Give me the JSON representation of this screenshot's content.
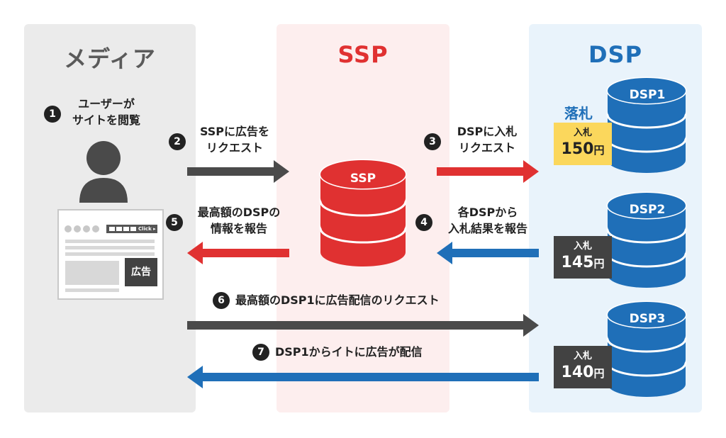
{
  "columns": {
    "media": "メディア",
    "ssp": "SSP",
    "dsp": "DSP"
  },
  "steps": [
    {
      "num": "1",
      "lines": [
        "ユーザーが",
        "サイトを閲覧"
      ]
    },
    {
      "num": "2",
      "lines": [
        "SSPに広告を",
        "リクエスト"
      ]
    },
    {
      "num": "3",
      "lines": [
        "DSPに入札",
        "リクエスト"
      ]
    },
    {
      "num": "4",
      "lines": [
        "各DSPから",
        "入札結果を報告"
      ]
    },
    {
      "num": "5",
      "lines": [
        "最高額のDSPの",
        "情報を報告"
      ]
    },
    {
      "num": "6",
      "lines": [
        "最高額のDSP1に広告配信のリクエスト"
      ]
    },
    {
      "num": "7",
      "lines": [
        "DSP1からイトに広告が配信"
      ]
    }
  ],
  "ssp_server": {
    "label": "SSP"
  },
  "dsp_servers": [
    {
      "label": "DSP1",
      "bid_label": "入札",
      "bid_amount": "150",
      "bid_unit": "円",
      "winner": true
    },
    {
      "label": "DSP2",
      "bid_label": "入札",
      "bid_amount": "145",
      "bid_unit": "円",
      "winner": false
    },
    {
      "label": "DSP3",
      "bid_label": "入札",
      "bid_amount": "140",
      "bid_unit": "円",
      "winner": false
    }
  ],
  "winner_label": "落札",
  "website": {
    "ad_badge": "広告",
    "click_label": "Click ▸"
  },
  "colors": {
    "dark_arrow": "#4a4a4a",
    "red": "#e03131",
    "blue": "#1f6fb8",
    "win_yellow": "#fbd75c"
  }
}
